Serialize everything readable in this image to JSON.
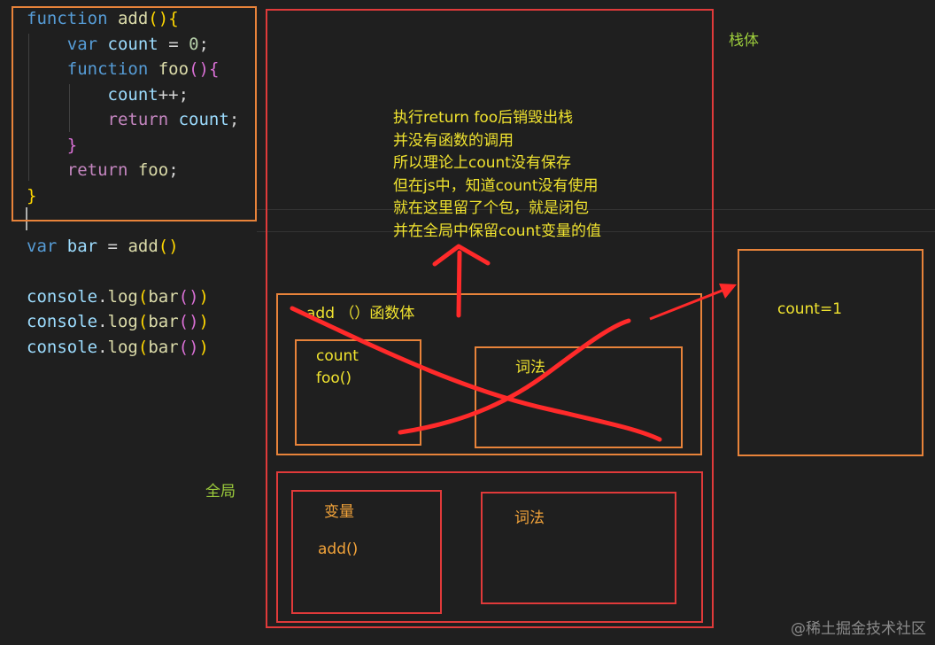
{
  "code": {
    "t_function": "function",
    "t_add": "add",
    "t_var": "var",
    "t_count": "count",
    "t_eq": " = ",
    "t_zero": "0",
    "t_semi": ";",
    "t_foo": "foo",
    "t_incr": "++;",
    "t_return": "return",
    "t_bar": "bar",
    "t_console": "console",
    "t_dot": ".",
    "t_log": "log",
    "t_paren_open": "(",
    "t_paren_close": ")",
    "t_brace_open": "{",
    "t_brace_close": "}"
  },
  "diagram": {
    "stack_label": "栈体",
    "global_label": "全局",
    "add_box_label": "add （）函数体",
    "add_var_1": "count",
    "add_var_2": "foo()",
    "lexical_label_1": "词法",
    "global_var_label": "变量",
    "global_var_value": "add()",
    "lexical_label_2": "词法",
    "closure_value": "count=1",
    "note_lines": [
      "执行return foo后销毁出栈",
      "并没有函数的调用",
      "所以理论上count没有保存",
      "但在js中，知道count没有使用",
      "就在这里留了个包，就是闭包",
      "并在全局中保留count变量的值"
    ]
  },
  "watermark": "@稀土掘金技术社区",
  "colors": {
    "background": "#1f1f1f",
    "orange_box": "#e8833a",
    "red_box": "#e03a3a",
    "annotation_yellow": "#f0e32f",
    "label_green": "#9ccc3c",
    "label_amber": "#f2a33a",
    "pen_red": "#ff2a2a"
  }
}
